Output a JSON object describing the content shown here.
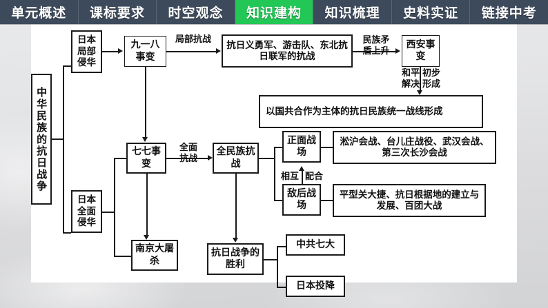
{
  "nav": {
    "active_color": "#22c756",
    "bar_color": "#3d4a5c",
    "tabs": [
      {
        "label": "单元概述",
        "active": false
      },
      {
        "label": "课标要求",
        "active": false
      },
      {
        "label": "时空观念",
        "active": false
      },
      {
        "label": "知识建构",
        "active": true
      },
      {
        "label": "知识梳理",
        "active": false
      },
      {
        "label": "史料实证",
        "active": false
      },
      {
        "label": "链接中考",
        "active": false
      }
    ]
  },
  "diagram": {
    "root": "中华民族的抗日战争",
    "nodes": {
      "root": "中华民族的抗日战争",
      "partial_invasion": "日本局部侵华",
      "full_invasion": "日本全面侵华",
      "sept18": "九一八事变",
      "resist_forces": "抗日义勇军、游击队、东北抗日联军的抗战",
      "xian_incident": "西安事变",
      "united_front": "以国共合作为主体的抗日民族统一战线形成",
      "july7": "七七事变",
      "national_resistance": "全民族抗战",
      "frontal_battlefield": "正面战场",
      "frontal_battles": "淞沪会战、台儿庄战役、武汉会战、第三次长沙会战",
      "rear_battlefield": "敌后战场",
      "rear_battles": "平型关大捷、抗日根据地的建立与发展、百团大战",
      "nanjing_massacre": "南京大屠杀",
      "victory": "抗日战争的胜利",
      "cpc_7th_congress": "中共七大",
      "japan_surrender": "日本投降"
    },
    "edge_labels": {
      "local_resistance": "局部抗战",
      "national_contradiction": "民族矛\n盾上升",
      "peaceful_solution": "和平\n解决",
      "initially_formed": "初步\n形成",
      "total_resistance": "全面\n抗战",
      "mutual": "相互",
      "cooperate": "配合"
    }
  }
}
